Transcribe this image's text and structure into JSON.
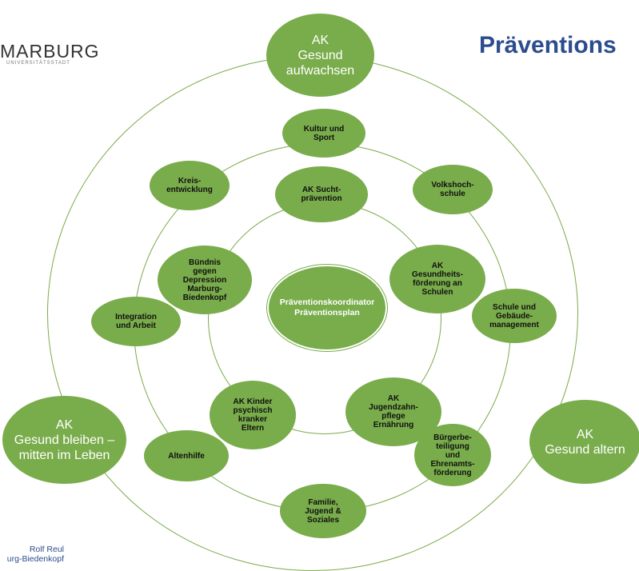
{
  "logo": {
    "name": "MARBURG",
    "subtitle": "UNIVERSITÄTSSTADT"
  },
  "title": "Präventions",
  "footer": {
    "line1": "Rolf Reul",
    "line2": "urg-Biedenkopf"
  },
  "colors": {
    "node_green": "#79ac4b",
    "ring_green": "#7aab4a",
    "title_blue": "#2b4c8e"
  },
  "center": "Präventionskoordinator\nPräventionsplan",
  "outer_nodes": {
    "aufwachsen": "AK\nGesund\naufwachsen",
    "mitten": "AK\nGesund bleiben –\nmitten im Leben",
    "altern": "AK\nGesund altern"
  },
  "inner_nodes": {
    "sucht": "AK Sucht-\nprävention",
    "buendnis": "Bündnis\ngegen\nDepression\nMarburg-\nBiedenkopf",
    "gesundheit": "AK\nGesundheits-\nförderung an\nSchulen",
    "kinder": "AK Kinder\npsychisch\nkranker\nEltern",
    "jugendzahn": "AK\nJugendzahn-\npflege\nErnährung"
  },
  "middle_nodes": {
    "kultur": "Kultur und\nSport",
    "volkshoch": "Volkshoch-\nschule",
    "kreis": "Kreis-\nentwicklung",
    "integration": "Integration\nund Arbeit",
    "schule": "Schule und\nGebäude-\nmanagement",
    "altenhilfe": "Altenhilfe",
    "buerger": "Bürgerbe-\nteiligung\nund\nEhrenamts-\nförderung",
    "familie": "Familie,\nJugend &\nSoziales"
  }
}
